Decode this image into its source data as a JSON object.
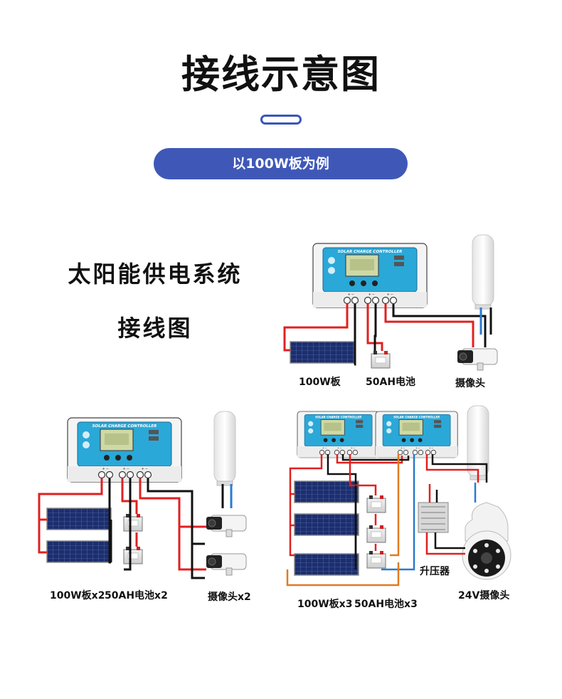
{
  "header": {
    "title": "接线示意图",
    "pill": "以100W板为例"
  },
  "intro": {
    "line1": "太阳能供电系统",
    "line2": "接线图"
  },
  "controller": {
    "brand": "SOLAR CHARGE CONTROLLER"
  },
  "diagram1": {
    "panel": "100W板",
    "battery": "50AH电池",
    "camera": "摄像头"
  },
  "diagram2": {
    "panel": "100W板x2",
    "battery": "50AH电池x2",
    "camera": "摄像头x2"
  },
  "diagram3": {
    "panel": "100W板x3",
    "battery": "50AH电池x3",
    "booster": "升压器",
    "camera": "24V摄像头"
  },
  "colors": {
    "accent": "#3f58b8",
    "controller_screen": "#2aa8d8",
    "wire_red": "#e02020",
    "wire_black": "#111111",
    "wire_blue": "#2a7ad0",
    "wire_orange": "#e07a20"
  }
}
